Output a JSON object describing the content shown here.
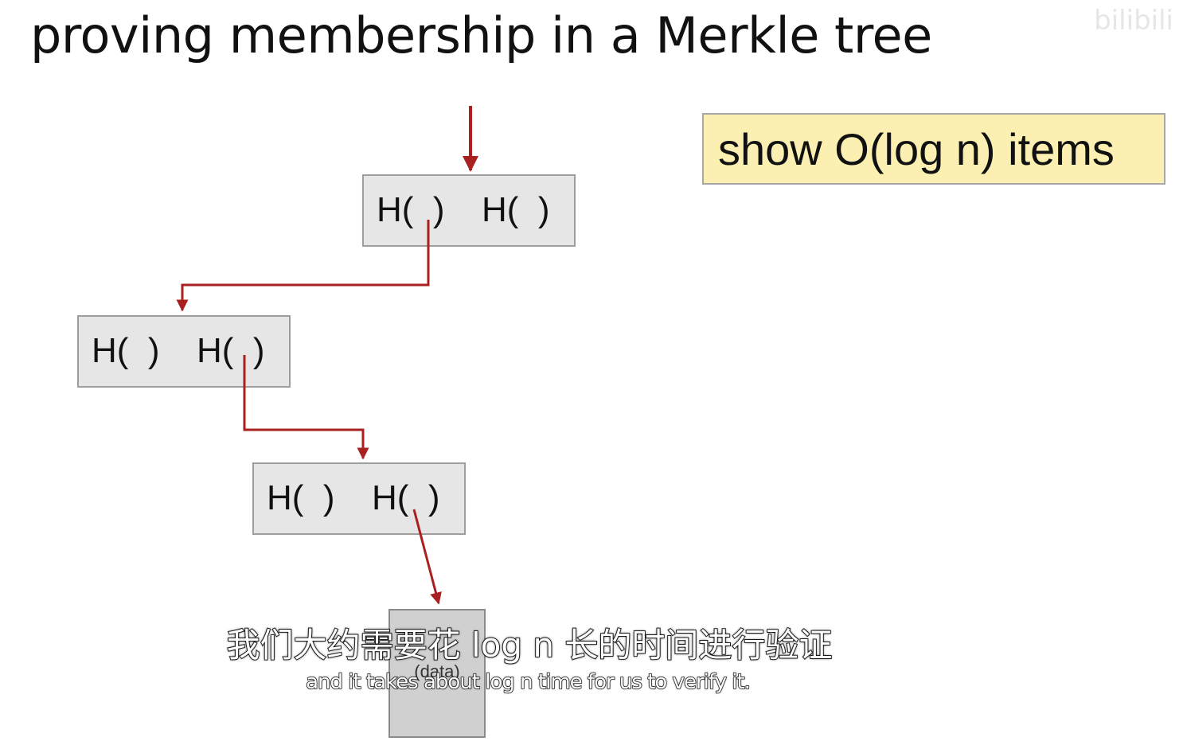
{
  "slide": {
    "title": "proving membership in a Merkle tree",
    "watermark": "bilibili"
  },
  "callout": {
    "text": "show O(log n) items"
  },
  "nodes": [
    {
      "left": "H(  )",
      "right": "H(  )"
    },
    {
      "left": "H(  )",
      "right": "H(  )"
    },
    {
      "left": "H(  )",
      "right": "H(  )"
    }
  ],
  "data_block": {
    "label": "(data)"
  },
  "subtitles": {
    "chinese": "我们大约需要花 log n 长的时间进行验证",
    "english": "and it takes about log n time for us to verify it."
  },
  "colors": {
    "arrow": "#a82020",
    "node_fill": "#e6e6e6",
    "callout_fill": "#fbefb1"
  }
}
